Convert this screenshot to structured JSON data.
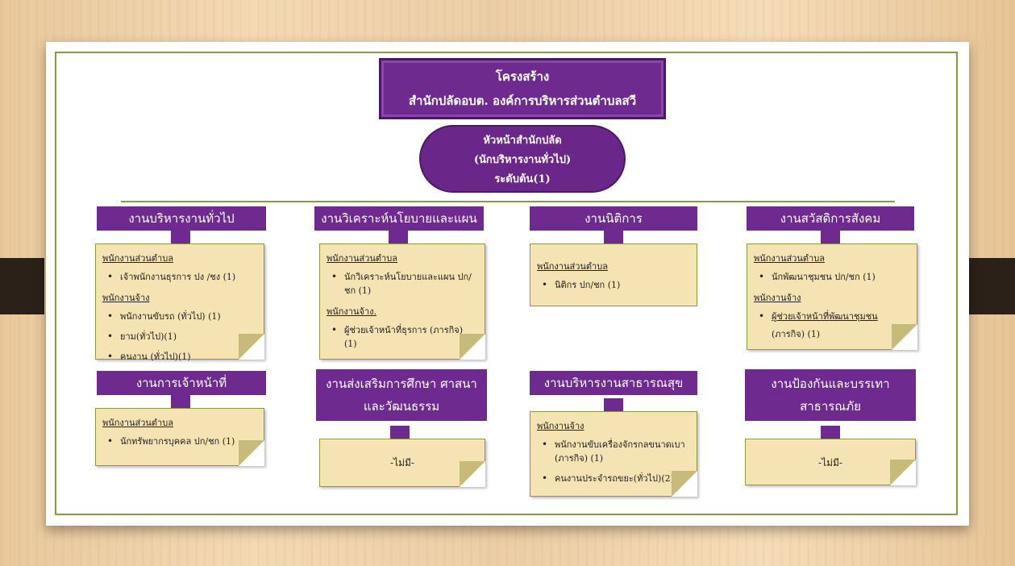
{
  "title": {
    "line1": "โครงสร้าง",
    "line2": "สำนักปลัดอบต. องค์การบริหารส่วนตำบลสวี"
  },
  "head": {
    "line1": "หัวหน้าสำนักปลัด",
    "line2": "(นักบริหารงานทั่วไป)",
    "line3": "ระดับต้น(1)"
  },
  "departments": [
    {
      "name": "งานบริหารงานทั่วไป",
      "sections": [
        {
          "heading": "พนักงานส่วนตำบล",
          "items": [
            "เจ้าพนักงานธุรการ ปง /ชง (1)"
          ]
        },
        {
          "heading": "พนักงานจ้าง",
          "items": [
            "พนักงานขับรถ (ทั่วไป) (1)",
            "ยาม(ทั่วไป)(1)",
            "คนงาน (ทั่วไป)(1)"
          ]
        }
      ]
    },
    {
      "name": "งานวิเคราะห์นโยบายและแผน",
      "sections": [
        {
          "heading": "พนักงานส่วนตำบล",
          "items": [
            "นักวิเคราะห์นโยบายและแผน ปก/ชก (1)"
          ]
        },
        {
          "heading": "พนักงานจ้าง.",
          "items": [
            "ผู้ช่วยเจ้าหน้าที่ธุรการ (ภารกิจ) (1)"
          ]
        }
      ]
    },
    {
      "name": "งานนิติการ",
      "sections": [
        {
          "heading": "พนักงานส่วนตำบล",
          "items": [
            "นิติกร ปก/ชก (1)"
          ]
        }
      ]
    },
    {
      "name": "งานสวัสดิการสังคม",
      "sections": [
        {
          "heading": "พนักงานส่วนตำบล",
          "items": [
            "นักพัฒนาชุมชน ปก/ชก (1)"
          ]
        },
        {
          "heading": "พนักงานจ้าง",
          "items": [
            "ผู้ช่วยเจ้าหน้าที่พัฒนาชุมชน",
            "(ภารกิจ) (1)"
          ]
        }
      ]
    },
    {
      "name": "งานการเจ้าหน้าที่",
      "sections": [
        {
          "heading": "พนักงานส่วนตำบล",
          "items": [
            "นักทรัพยากรบุคคล ปก/ชก (1)"
          ]
        }
      ]
    },
    {
      "name_line1": "งานส่งเสริมการศึกษา ศาสนา",
      "name_line2": "และวัฒนธรรม",
      "none": "-ไม่มี-"
    },
    {
      "name": "งานบริหารงานสาธารณสุข",
      "sections": [
        {
          "heading": "พนักงานจ้าง",
          "items": [
            "พนักงานขับเครื่องจักรกลขนาดเบา (ภารกิจ) (1)",
            "คนงานประจำรถขยะ(ทั่วไป)(2)"
          ]
        }
      ]
    },
    {
      "name_line1": "งานป้องกันและบรรเทา",
      "name_line2": "สาธารณภัย",
      "none": "-ไม่มี-"
    }
  ],
  "colors": {
    "purple": "#6e2a8f",
    "note": "#f5e3b3",
    "frame": "#8a9a3c"
  }
}
